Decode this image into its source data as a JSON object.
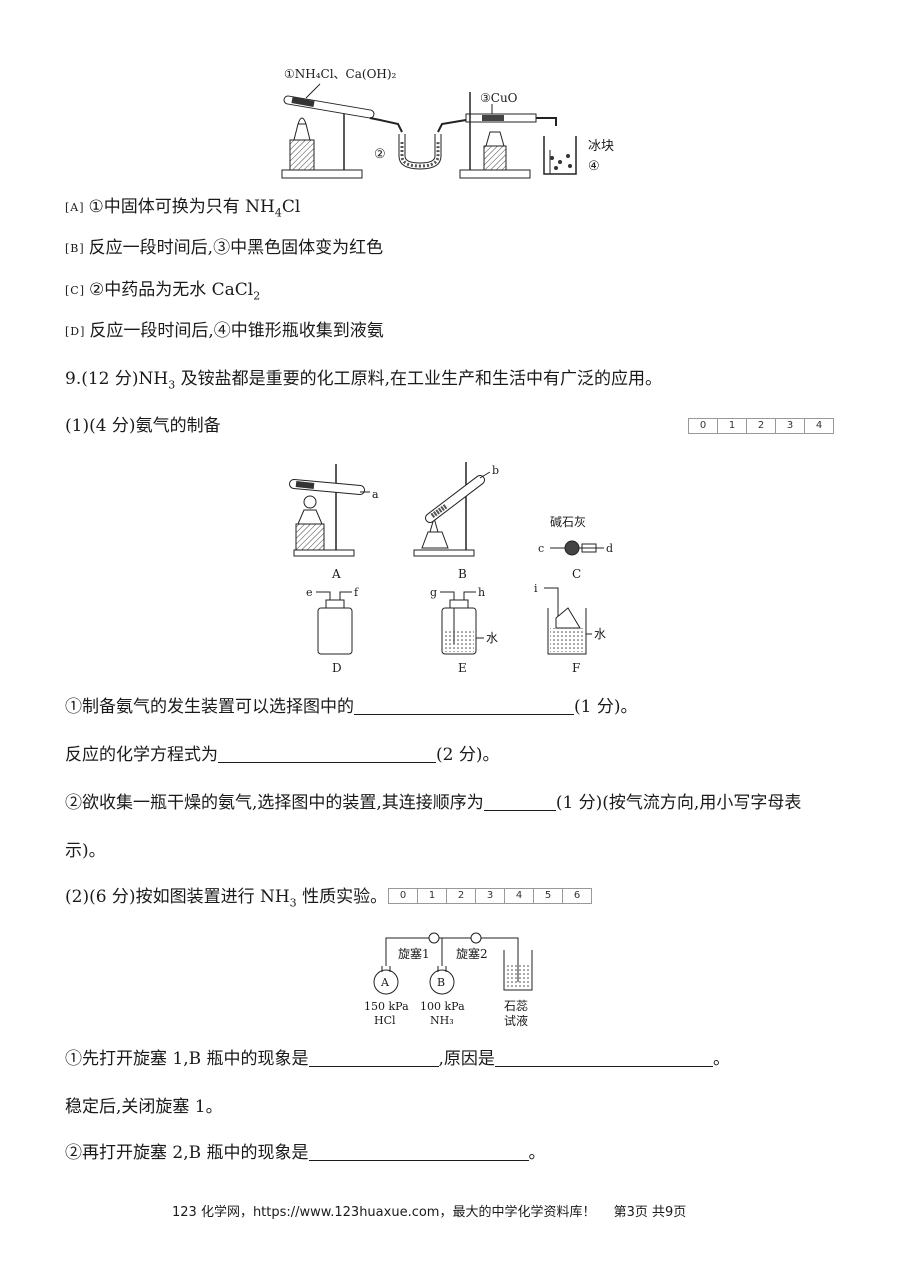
{
  "figure1": {
    "label1": "①NH₄Cl、Ca(OH)₂",
    "label2": "②",
    "label3": "③CuO",
    "label4": "④",
    "ice": "冰块"
  },
  "options": [
    {
      "tag": "[A]",
      "pre": "①中固体可换为只有 NH",
      "sub": "4",
      "post": "Cl"
    },
    {
      "tag": "[B]",
      "pre": "反应一段时间后,③中黑色固体变为红色",
      "sub": "",
      "post": ""
    },
    {
      "tag": "[C]",
      "pre": "②中药品为无水 CaCl",
      "sub": "2",
      "post": ""
    },
    {
      "tag": "[D]",
      "pre": "反应一段时间后,④中锥形瓶收集到液氨",
      "sub": "",
      "post": ""
    }
  ],
  "q9": {
    "pre": "9.(12 分)NH",
    "sub": "3",
    "post": " 及铵盐都是重要的化工原料,在工业生产和生活中有广泛的应用。"
  },
  "part1": {
    "title": "(1)(4 分)氨气的制备",
    "score": [
      "0",
      "1",
      "2",
      "3",
      "4"
    ]
  },
  "figure2": {
    "A": "A",
    "B": "B",
    "C": "C",
    "D": "D",
    "E": "E",
    "F": "F",
    "a": "a",
    "b": "b",
    "c": "c",
    "d": "d",
    "e": "e",
    "f": "f",
    "g": "g",
    "h": "h",
    "i": "i",
    "lime": "碱石灰",
    "water1": "水",
    "water2": "水"
  },
  "q1a": {
    "pre": "①制备氨气的发生装置可以选择图中的",
    "post": "(1 分)。"
  },
  "q1b": {
    "pre": "反应的化学方程式为",
    "post": "(2 分)。"
  },
  "q1c": {
    "pre": "②欲收集一瓶干燥的氨气,选择图中的装置,其连接顺序为",
    "post": "(1 分)(按气流方向,用小写字母表"
  },
  "q1c2": "示)。",
  "part2": {
    "pre": "(2)(6 分)按如图装置进行 NH",
    "sub": "3",
    "post": " 性质实验。",
    "score": [
      "0",
      "1",
      "2",
      "3",
      "4",
      "5",
      "6"
    ]
  },
  "figure3": {
    "A": "A",
    "B": "B",
    "valve1": "旋塞1",
    "valve2": "旋塞2",
    "pA": "150 kPa",
    "gasA": "HCl",
    "pB": "100 kPa",
    "gasB": "NH₃",
    "litmus1": "石蕊",
    "litmus2": "试液"
  },
  "q2a": {
    "pre": "①先打开旋塞 1,B 瓶中的现象是",
    "mid": ",原因是",
    "post": "。"
  },
  "q2b": "稳定后,关闭旋塞 1。",
  "q2c": {
    "pre": "②再打开旋塞 2,B 瓶中的现象是",
    "post": "。"
  },
  "footer": {
    "text": "123 化学网，https://www.123huaxue.com，最大的中学化学资料库！",
    "page": "第3页 共9页"
  }
}
